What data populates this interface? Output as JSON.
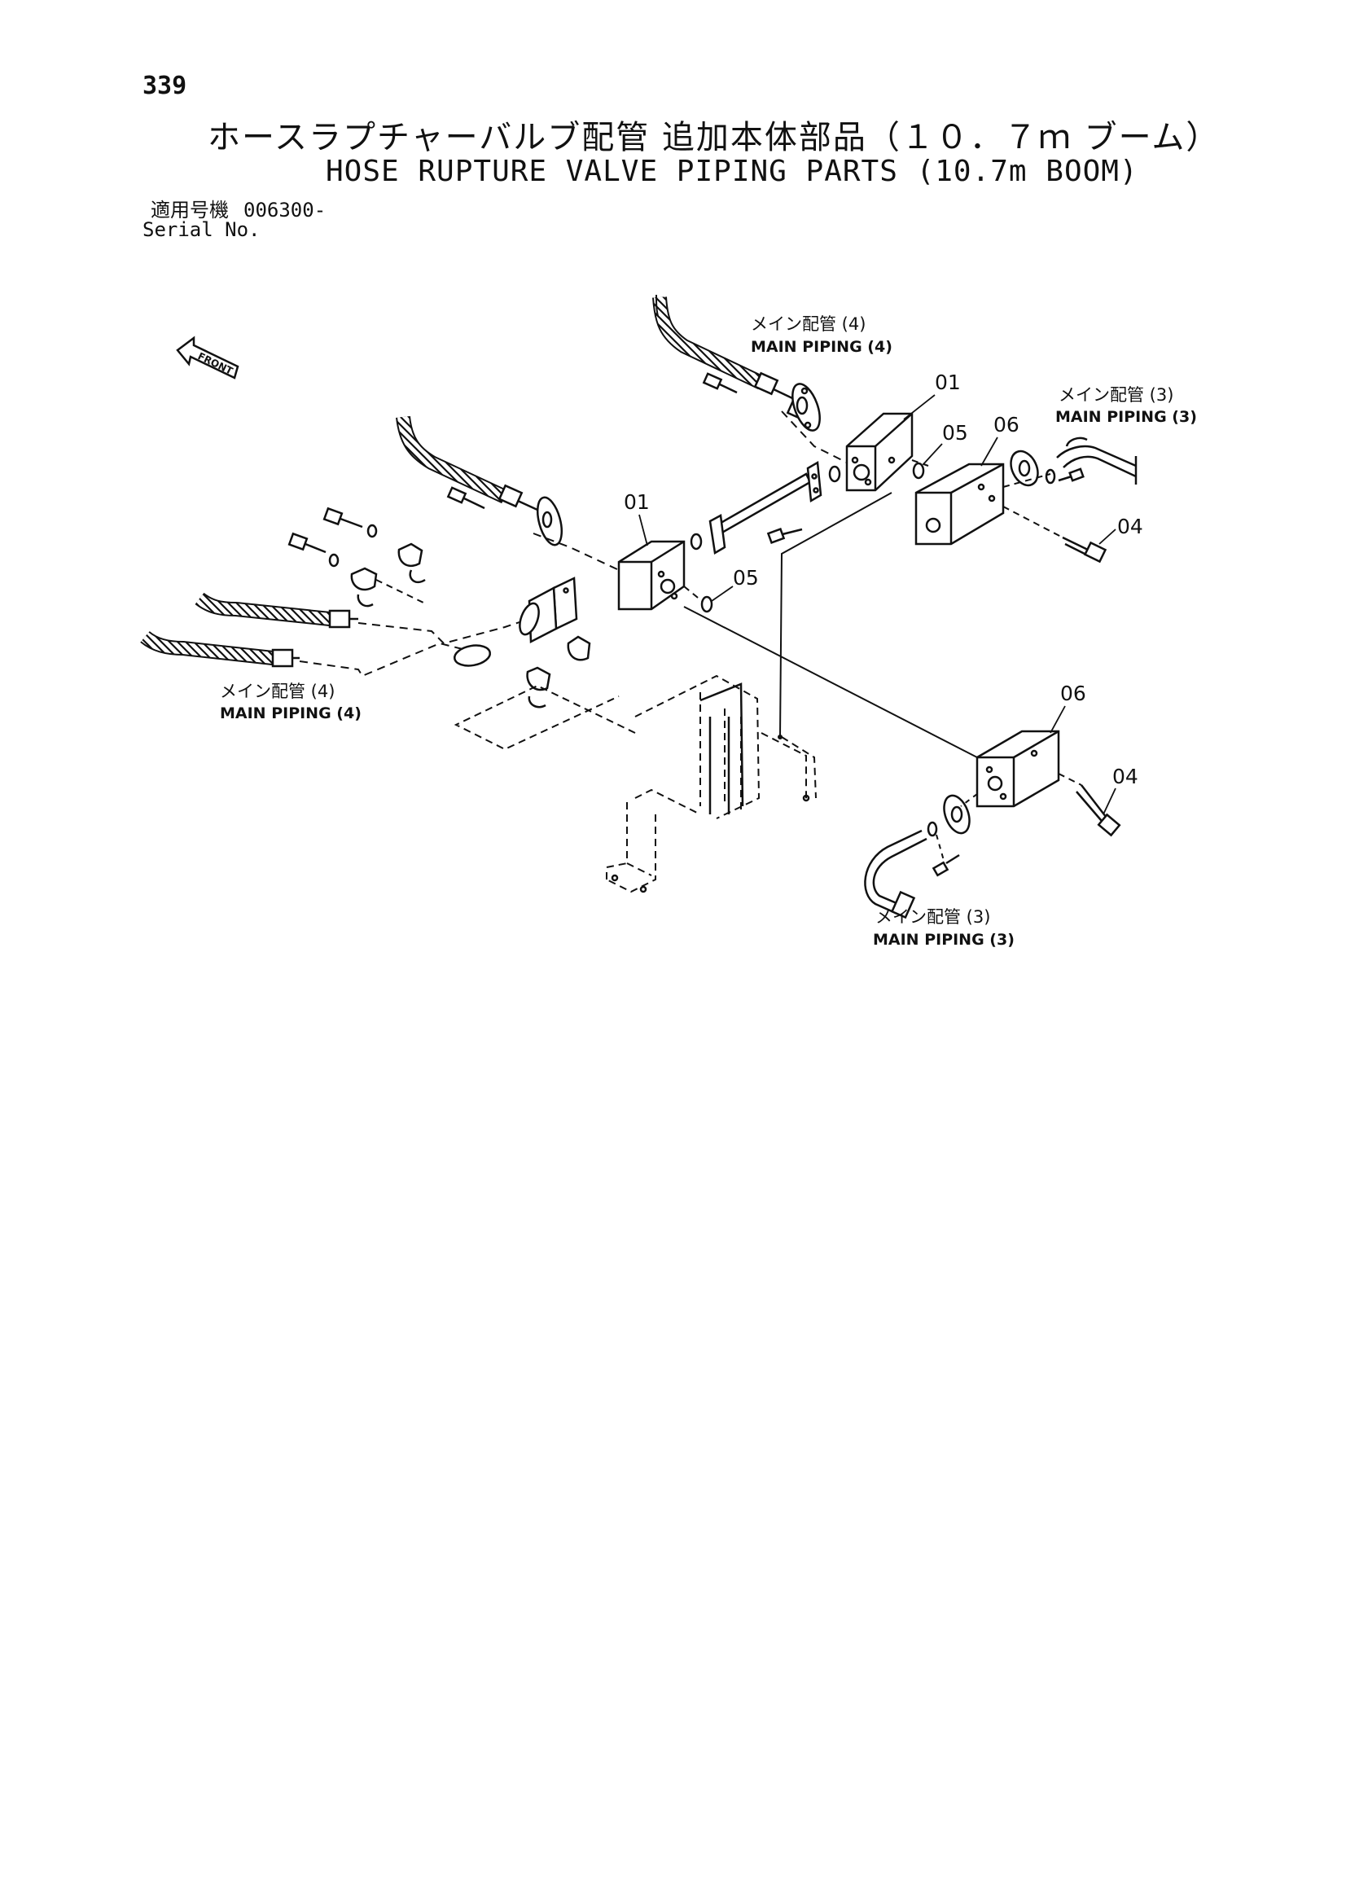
{
  "header": {
    "page_number": "339",
    "title_jp": "ホースラプチャーバルブ配管 追加本体部品（１０．７ｍ ブーム）",
    "title_en": "HOSE RUPTURE VALVE PIPING PARTS (10.7m BOOM)",
    "serial_label_jp": "適用号機",
    "serial_value": "006300-",
    "serial_label_en": "Serial No."
  },
  "diagram": {
    "front_marker": "FRONT",
    "labels": {
      "top_main_piping_4_jp": "メイン配管 (4)",
      "top_main_piping_4_en": "MAIN PIPING (4)",
      "right_main_piping_3_jp": "メイン配管 (3)",
      "right_main_piping_3_en": "MAIN PIPING (3)",
      "left_main_piping_4_jp": "メイン配管 (4)",
      "left_main_piping_4_en": "MAIN PIPING (4)",
      "bottom_main_piping_3_jp": "メイン配管 (3)",
      "bottom_main_piping_3_en": "MAIN PIPING (3)"
    },
    "callouts": {
      "valve_upper": "01",
      "valve_lower": "01",
      "oring_upper": "05",
      "oring_lower": "05",
      "block_upper": "06",
      "block_lower": "06",
      "bolt_upper": "04",
      "bolt_lower": "04"
    }
  }
}
